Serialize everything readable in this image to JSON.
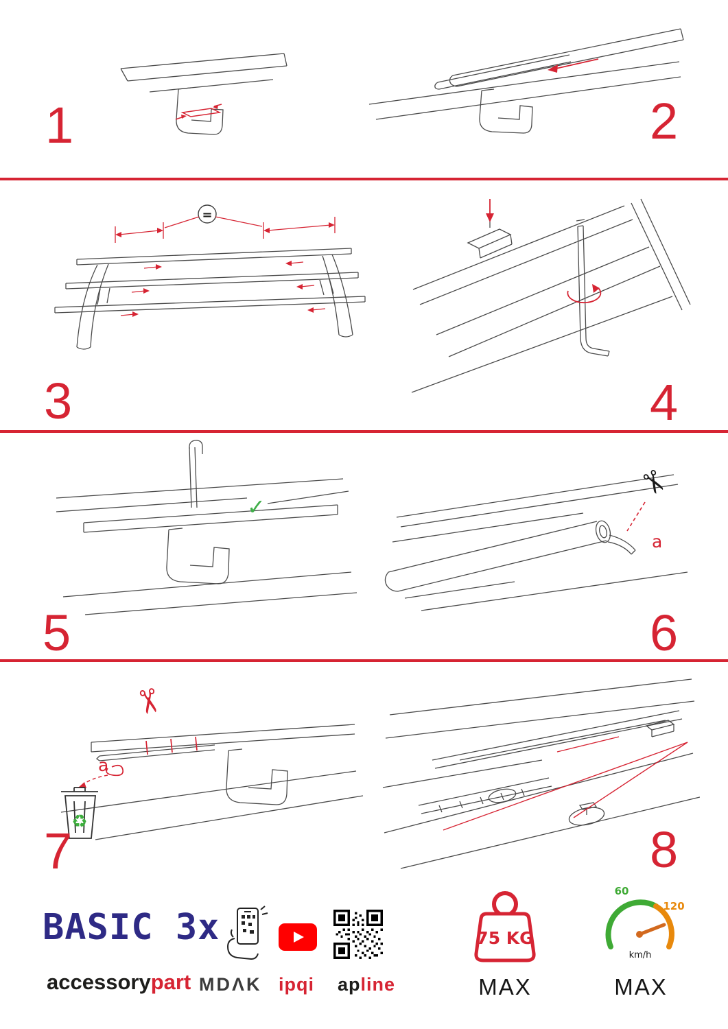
{
  "colors": {
    "accent_red": "#d62433",
    "brand_blue": "#2e2a85",
    "check_green": "#3fae49",
    "gauge_green": "#3faa35",
    "gauge_orange": "#e8890c",
    "youtube_red": "#ff0000"
  },
  "steps": [
    {
      "number": "1"
    },
    {
      "number": "2"
    },
    {
      "number": "3"
    },
    {
      "number": "4"
    },
    {
      "number": "5"
    },
    {
      "number": "6"
    },
    {
      "number": "7"
    },
    {
      "number": "8"
    }
  ],
  "annotations": {
    "equal_spacing": "=",
    "check_ok": "✓",
    "cut_label_step6": "a",
    "cut_label_step7": "a",
    "scissors": "✂",
    "recycle": "♻"
  },
  "footer": {
    "product_name": "BASIC 3x",
    "brand_black": "accessory",
    "brand_red": "part",
    "partner_mdak": "MDΛK",
    "partner_ipqi": "ipqi",
    "partner_apline_black": "ap",
    "partner_apline_red": "line",
    "weight_limit": "75 KG",
    "weight_max_label": "MAX",
    "speed_tick_low": "60",
    "speed_tick_high": "120",
    "speed_unit": "km/h",
    "speed_max_label": "MAX"
  }
}
